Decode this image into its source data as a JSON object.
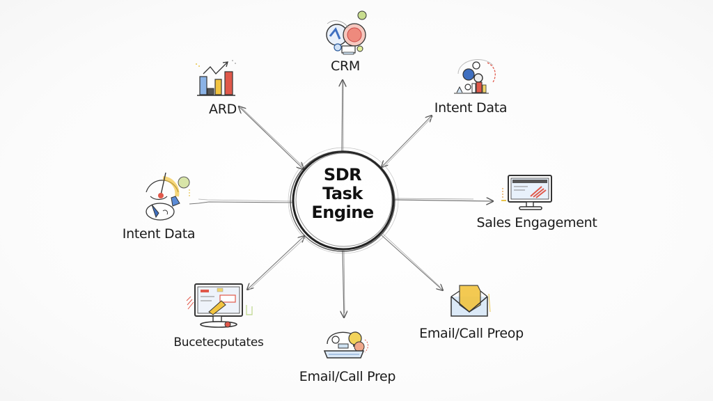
{
  "diagram": {
    "hub": {
      "lines": [
        "SDR",
        "Task",
        "Engine"
      ]
    },
    "nodes": [
      {
        "id": "crm",
        "label": "CRM",
        "icon": "crm-network-icon"
      },
      {
        "id": "ard",
        "label": "ARD",
        "icon": "bar-chart-growth-icon"
      },
      {
        "id": "intent-data-top",
        "label": "Intent Data",
        "icon": "intent-data-bubbles-icon"
      },
      {
        "id": "intent-data-left",
        "label": "Intent Data",
        "icon": "intent-data-gauge-icon"
      },
      {
        "id": "sales-engagement",
        "label": "Sales Engagement",
        "icon": "monitor-icon"
      },
      {
        "id": "bucket",
        "label": "Bucetecputates",
        "icon": "monitor-dashboard-icon"
      },
      {
        "id": "email-call-prep-bottom",
        "label": "Email/Call Prep",
        "icon": "telephone-icon"
      },
      {
        "id": "email-call-prep-right",
        "label": "Email/Call Preop",
        "icon": "envelope-icon"
      }
    ],
    "edges": [
      {
        "from": "hub",
        "to": "crm",
        "direction": "to-hub"
      },
      {
        "from": "hub",
        "to": "ard",
        "direction": "both"
      },
      {
        "from": "hub",
        "to": "intent-data-top",
        "direction": "both"
      },
      {
        "from": "hub",
        "to": "intent-data-left",
        "direction": "none"
      },
      {
        "from": "hub",
        "to": "sales-engagement",
        "direction": "outward"
      },
      {
        "from": "hub",
        "to": "bucket",
        "direction": "both"
      },
      {
        "from": "hub",
        "to": "email-call-prep-bottom",
        "direction": "outward"
      },
      {
        "from": "hub",
        "to": "email-call-prep-right",
        "direction": "outward"
      }
    ],
    "colors": {
      "ink": "#1a1a1a",
      "line": "#6b6b6b",
      "blue": "#4a78c2",
      "red": "#e0584a",
      "yellow": "#f2c440",
      "green": "#9cc05a",
      "light_blue": "#cfe3f3",
      "background": "#fdfdfd"
    }
  }
}
